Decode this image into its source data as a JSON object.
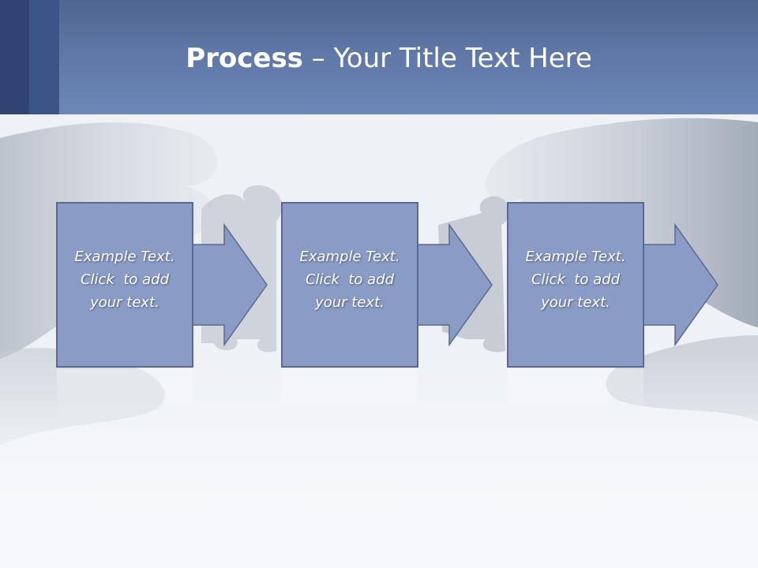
{
  "slide": {
    "title_bold": "Process",
    "title_rest": " – Your Title Text Here"
  },
  "steps": [
    {
      "lines": [
        "Example Text.",
        "Click  to add",
        "your text."
      ]
    },
    {
      "lines": [
        "Example Text.",
        "Click  to add",
        "your text."
      ]
    },
    {
      "lines": [
        "Example Text.",
        "Click  to add",
        "your text."
      ]
    }
  ],
  "colors": {
    "header": "#5f77a6",
    "box_fill": "#8a9cc5",
    "box_stroke": "#59698f",
    "text": "#ffffff"
  },
  "icons": {
    "background": "hands-holding-puzzle-pieces"
  }
}
